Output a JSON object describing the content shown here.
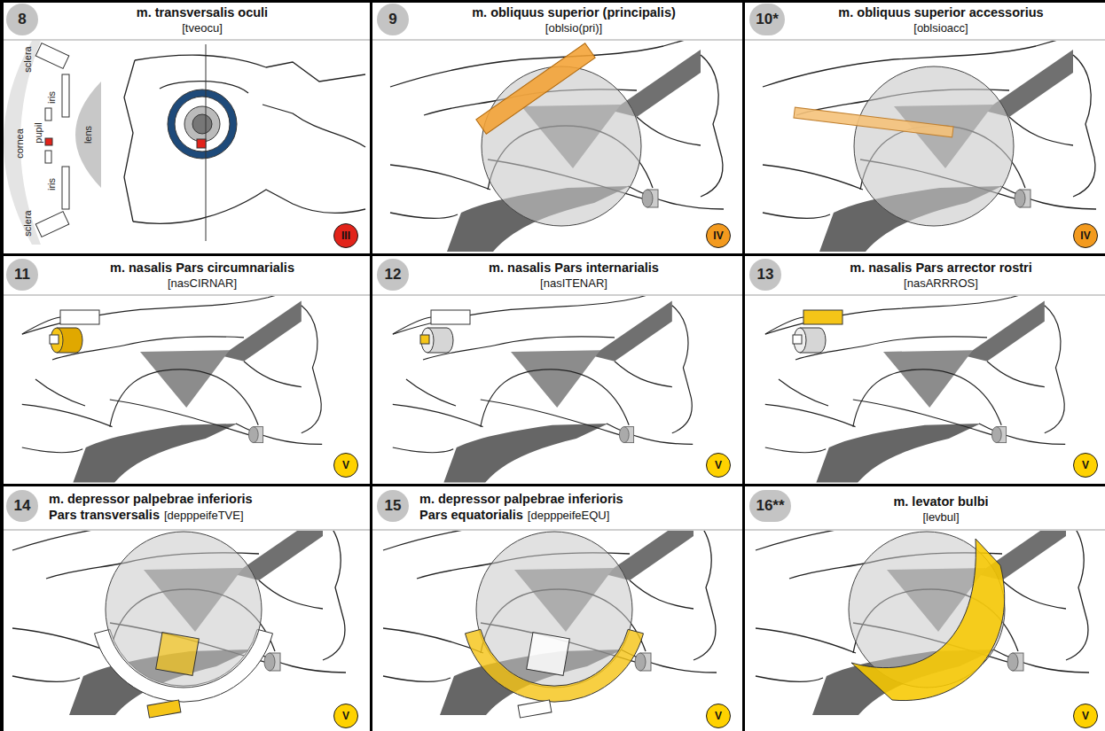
{
  "diagram": {
    "nodes": [
      {
        "text": [
          "m. transversalis oculi",
          "[tveocu]"
        ]
      },
      {
        "text": [
          "8"
        ],
        "in": 0
      },
      {
        "text": [
          "III"
        ],
        "in": 0
      },
      {
        "text": [
          "m. obliquus superior (principalis)",
          "[oblsio(pri)]"
        ]
      },
      {
        "text": [
          "9"
        ],
        "in": 3
      },
      {
        "text": [
          "IV"
        ],
        "in": 3
      },
      {
        "text": [
          "m. obliquus superior accessorius",
          "[oblsioacc]"
        ]
      },
      {
        "text": [
          "10*"
        ],
        "in": 6
      },
      {
        "text": [
          "IV"
        ],
        "in": 6
      },
      {
        "text": [
          "m. nasalis Pars circumnarialis",
          "[nasCIRNAR]"
        ]
      },
      {
        "text": [
          "11"
        ],
        "in": 9
      },
      {
        "text": [
          "V"
        ],
        "in": 9
      },
      {
        "text": [
          "m. nasalis Pars internarialis",
          "[nasITENAR]"
        ]
      },
      {
        "text": [
          "12"
        ],
        "in": 12
      },
      {
        "text": [
          "V"
        ],
        "in": 12
      },
      {
        "text": [
          "m. nasalis Pars arrector rostri",
          "[nasARRROS]"
        ]
      },
      {
        "text": [
          "13"
        ],
        "in": 15
      },
      {
        "text": [
          "V"
        ],
        "in": 15
      },
      {
        "text": [
          "m. depressor palpebrae inferioris Pars transversalis",
          "[depppeifeTVE]"
        ]
      },
      {
        "text": [
          "14"
        ],
        "in": 18
      },
      {
        "text": [
          "V"
        ],
        "in": 18
      },
      {
        "text": [
          "m. depressor palpebrae inferioris Pars equatorialis",
          "[depppeifeEQU]"
        ]
      },
      {
        "text": [
          "15"
        ],
        "in": 21
      },
      {
        "text": [
          "V"
        ],
        "in": 21
      },
      {
        "text": [
          "m. levator bulbi",
          "[levbul]"
        ]
      },
      {
        "text": [
          "16**"
        ],
        "in": 24
      },
      {
        "text": [
          "V"
        ],
        "in": 24
      }
    ],
    "labels": [
      "sclera",
      "iris",
      "cornea",
      "pupil",
      "iris",
      "sclera",
      "lens"
    ]
  }
}
